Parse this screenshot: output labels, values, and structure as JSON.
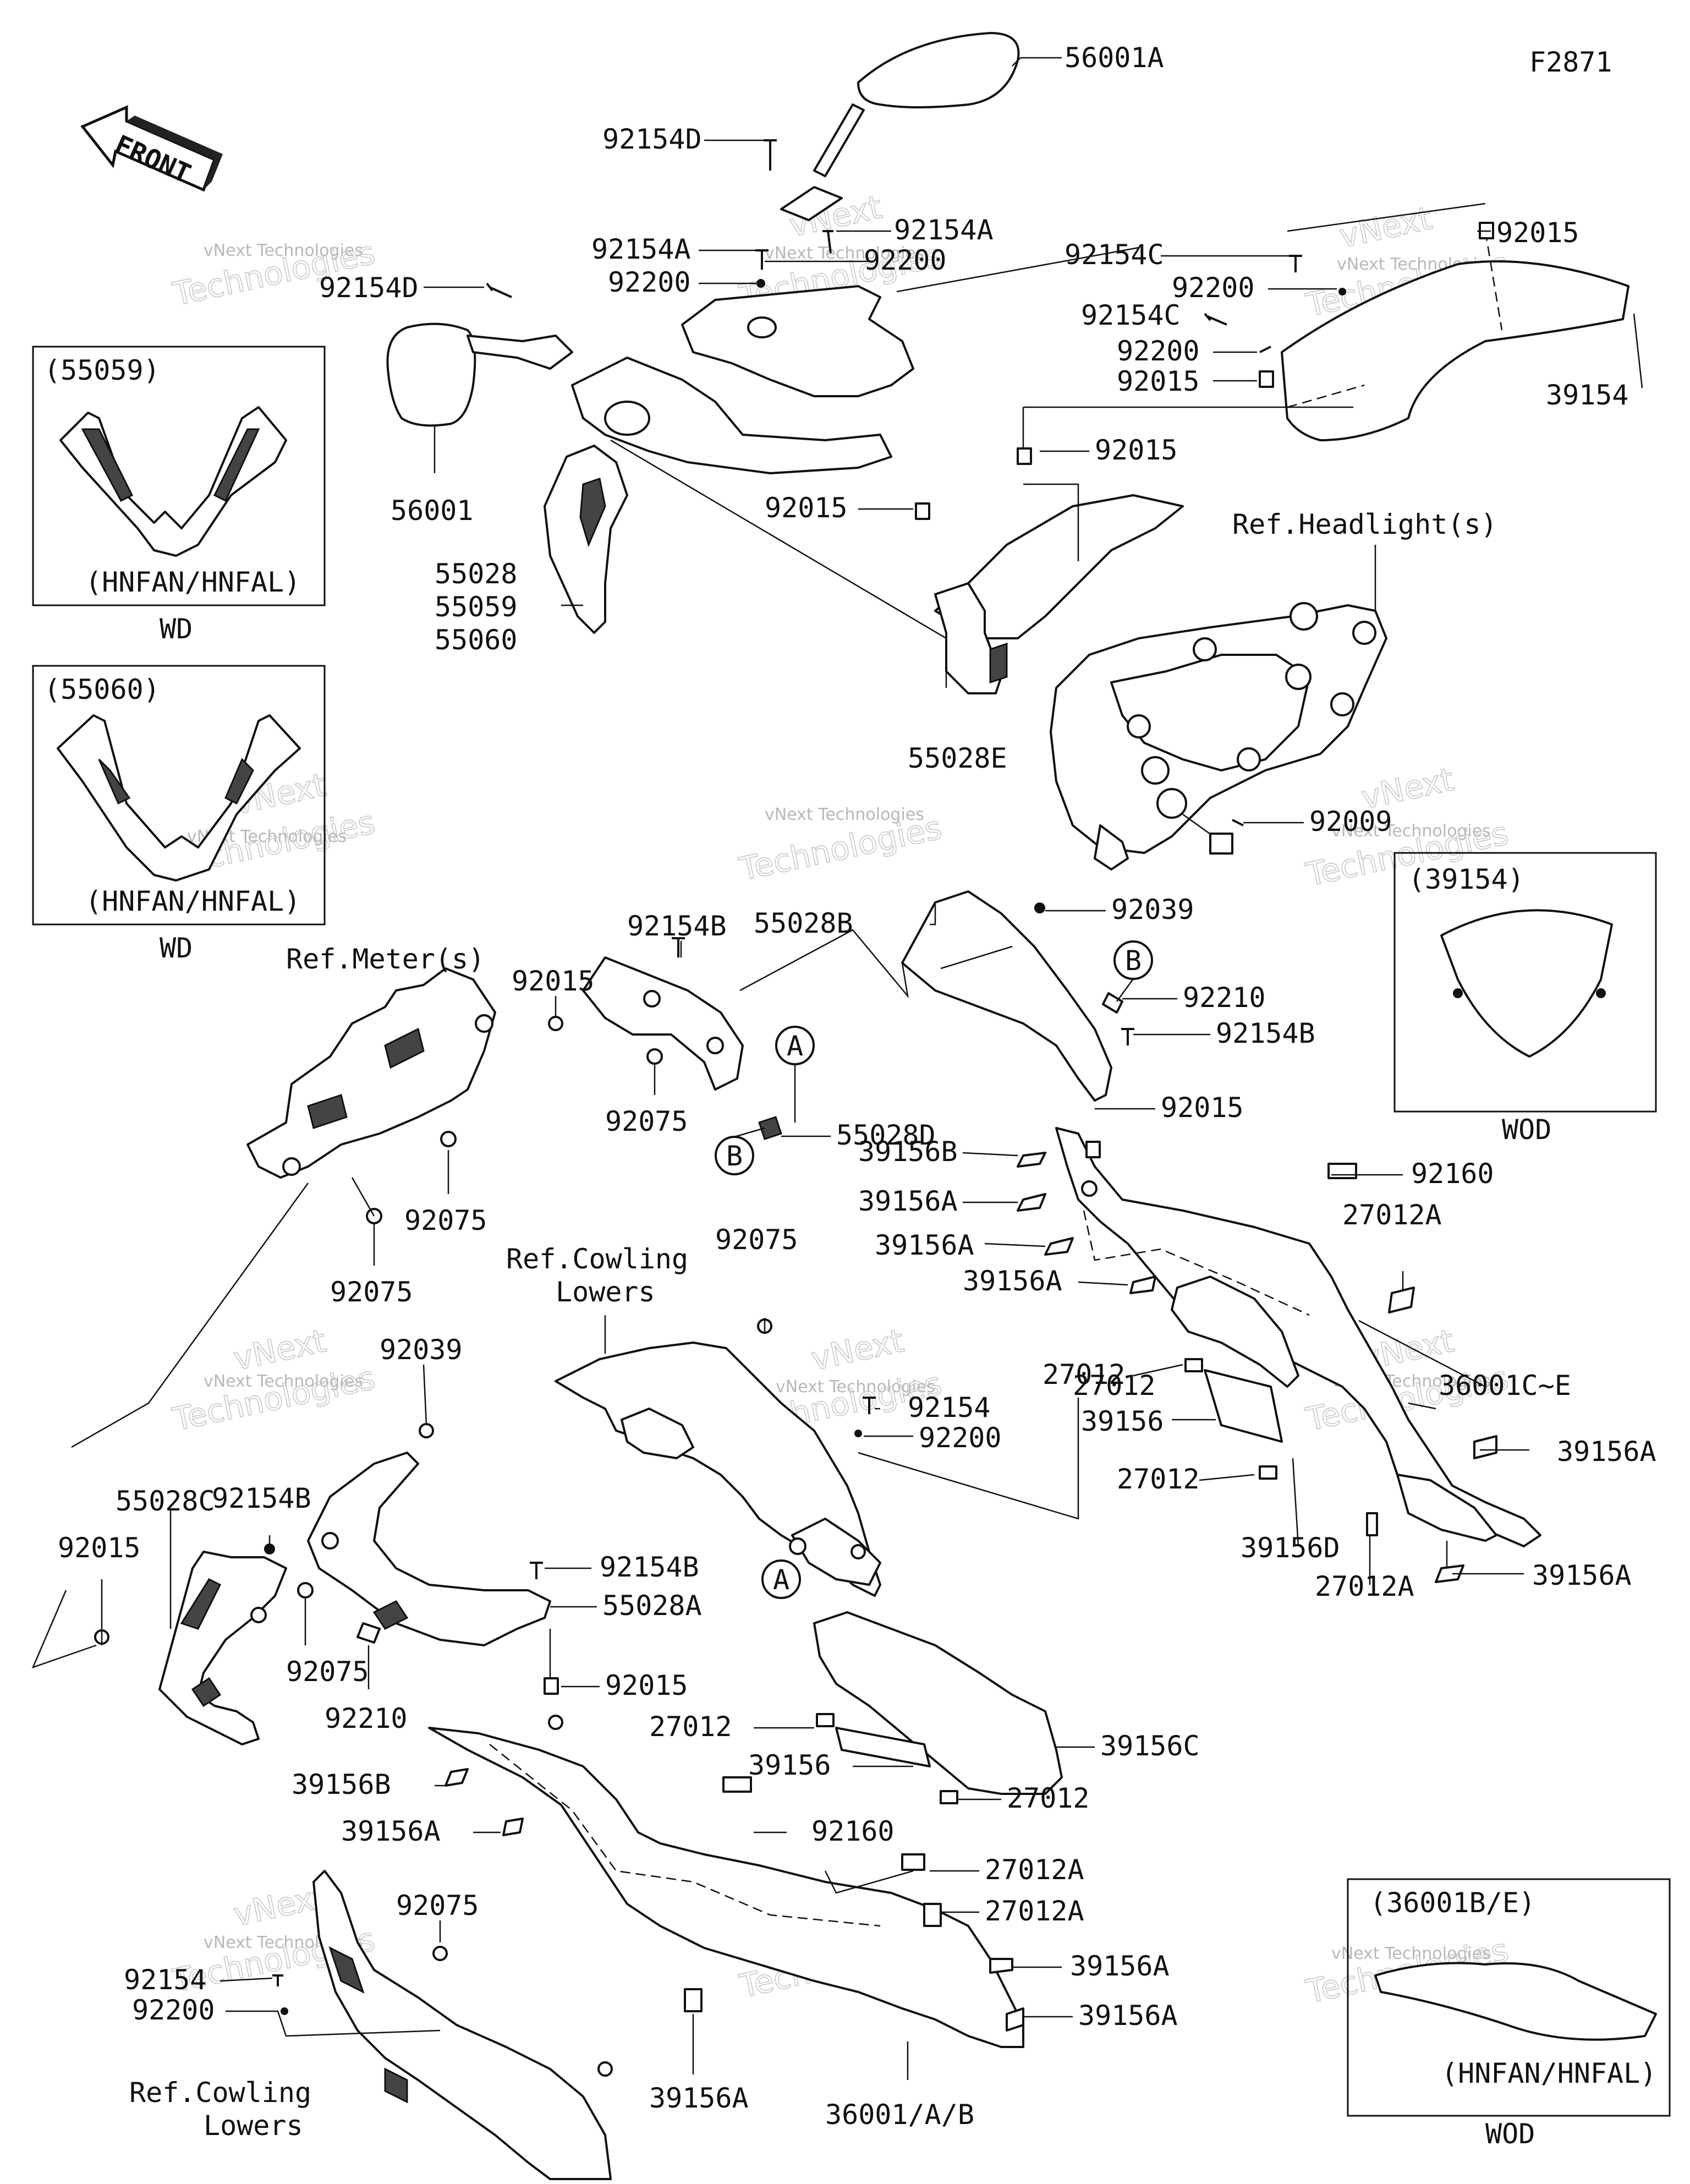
{
  "figure_code": "F2871",
  "front_arrow_text": "FRONT",
  "watermark": {
    "line1": "vNext Technologies",
    "line2": "vNext",
    "line3": "Technologies"
  },
  "insets": {
    "inset_55059": {
      "part": "(55059)",
      "models": "(HNFAN/HNFAL)",
      "variant": "WD"
    },
    "inset_55060": {
      "part": "(55060)",
      "models": "(HNFAN/HNFAL)",
      "variant": "WD"
    },
    "inset_39154": {
      "part": "(39154)",
      "variant": "WOD"
    },
    "inset_36001": {
      "part": "(36001B/E)",
      "models": "(HNFAN/HNFAL)",
      "variant": "WOD"
    }
  },
  "refs": {
    "headlight": "Ref.Headlight(s)",
    "meter": "Ref.Meter(s)",
    "cowling_lowers_1": "Ref.Cowling",
    "cowling_lowers_2": "Lowers"
  },
  "callouts": {
    "a": "A",
    "b": "B"
  },
  "labels": {
    "l56001A": "56001A",
    "l92154D_top": "92154D",
    "l92154A_right": "92154A",
    "l92154A_left": "92154A",
    "l92200_mid": "92200",
    "l92200_left": "92200",
    "l92154D_left": "92154D",
    "l56001": "56001",
    "l55028": "55028",
    "l55059": "55059",
    "l55060": "55060",
    "l92154C_top": "92154C",
    "l92015_top": "92015",
    "l92200_r1": "92200",
    "l92154C_mid": "92154C",
    "l92200_r2": "92200",
    "l92015_r1": "92015",
    "l39154": "39154",
    "l92015_r2": "92015",
    "l92015_r3": "92015",
    "l55028E": "55028E",
    "l92009": "92009",
    "l92154B_top": "92154B",
    "l92015_meter": "92015",
    "l55028B": "55028B",
    "l92039_top": "92039",
    "l92210_top": "92210",
    "l92154B_right": "92154B",
    "l92075_a": "92075",
    "l55028D": "55028D",
    "l92015_mid": "92015",
    "l92075_b": "92075",
    "l92075_c": "92075",
    "l39156B_r": "39156B",
    "l92160_r": "92160",
    "l39156A_r1": "39156A",
    "l27012A_r": "27012A",
    "l39156A_r2": "39156A",
    "l39156A_r3": "39156A",
    "l92075_d": "92075",
    "l92039_mid": "92039",
    "l92154_mid": "92154",
    "l92200_mid2": "92200",
    "l27012_r1": "27012",
    "l27012_r2": "27012",
    "l36001CE": "36001C~E",
    "l39156_r": "39156",
    "l27012_r3": "27012",
    "l39156A_r4": "39156A",
    "l39156D": "39156D",
    "l39156A_r5": "39156A",
    "l27012A_r2": "27012A",
    "l92154B_left": "92154B",
    "l55028C": "55028C",
    "l92015_left": "92015",
    "l92075_e": "92075",
    "l92210_b": "92210",
    "l92154B_b": "92154B",
    "l55028A": "55028A",
    "l92015_b": "92015",
    "l27012_b1": "27012",
    "l39156C": "39156C",
    "l39156_b": "39156",
    "l27012_b2": "27012",
    "l39156B_b": "39156B",
    "l39156A_b1": "39156A",
    "l92160_b": "92160",
    "l27012A_b1": "27012A",
    "l27012A_b2": "27012A",
    "l92075_f": "92075",
    "l92154_b": "92154",
    "l92200_b": "92200",
    "l39156A_b2": "39156A",
    "l39156A_b3": "39156A",
    "l39156A_b4": "39156A",
    "l36001AB": "36001/A/B"
  }
}
